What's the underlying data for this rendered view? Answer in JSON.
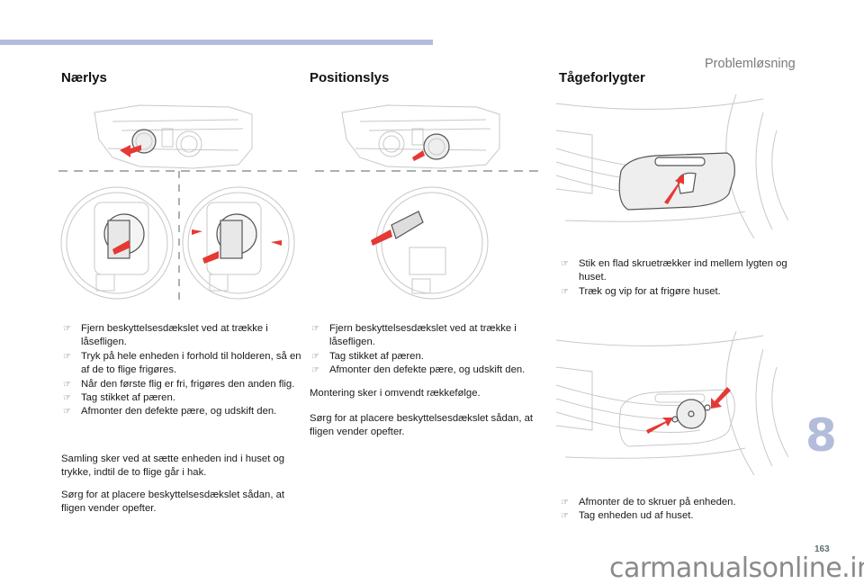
{
  "header": {
    "section_title": "Problemløsning"
  },
  "columns": [
    {
      "heading": "Nærlys",
      "bullets": [
        "Fjern beskyttelsesdækslet ved at trække i låsefligen.",
        "Tryk på hele enheden i forhold til holderen, så en af de to flige frigøres.",
        "Når den første flig er fri, frigøres den anden flig.",
        "Tag stikket af pæren.",
        "Afmonter den defekte pære, og udskift den."
      ],
      "paragraphs": [
        "Samling sker ved at sætte enheden ind i huset og trykke, indtil de to flige går i hak.",
        "Sørg for at placere beskyttelsesdækslet sådan, at fligen vender opefter."
      ]
    },
    {
      "heading": "Positionslys",
      "bullets": [
        "Fjern beskyttelsesdækslet ved at trække i låsefligen.",
        "Tag stikket af pæren.",
        "Afmonter den defekte pære, og udskift den."
      ],
      "paragraphs": [
        "Montering sker i omvendt rækkefølge.",
        "Sørg for at placere beskyttelsesdækslet sådan, at fligen vender opefter."
      ]
    },
    {
      "heading": "Tågeforlygter",
      "bullets_top": [
        "Stik en flad skruetrækker ind mellem lygten og huset.",
        "Træk og vip for at frigøre huset."
      ],
      "bullets_bottom": [
        "Afmonter de to skruer på enheden.",
        "Tag enheden ud af huset."
      ]
    }
  ],
  "bullet_icon": "☞",
  "chapter_number": "8",
  "page_number": "163",
  "watermark": "carmanualsonline.info",
  "colors": {
    "accent": "#b4bcdc",
    "arrow": "#e53935"
  }
}
